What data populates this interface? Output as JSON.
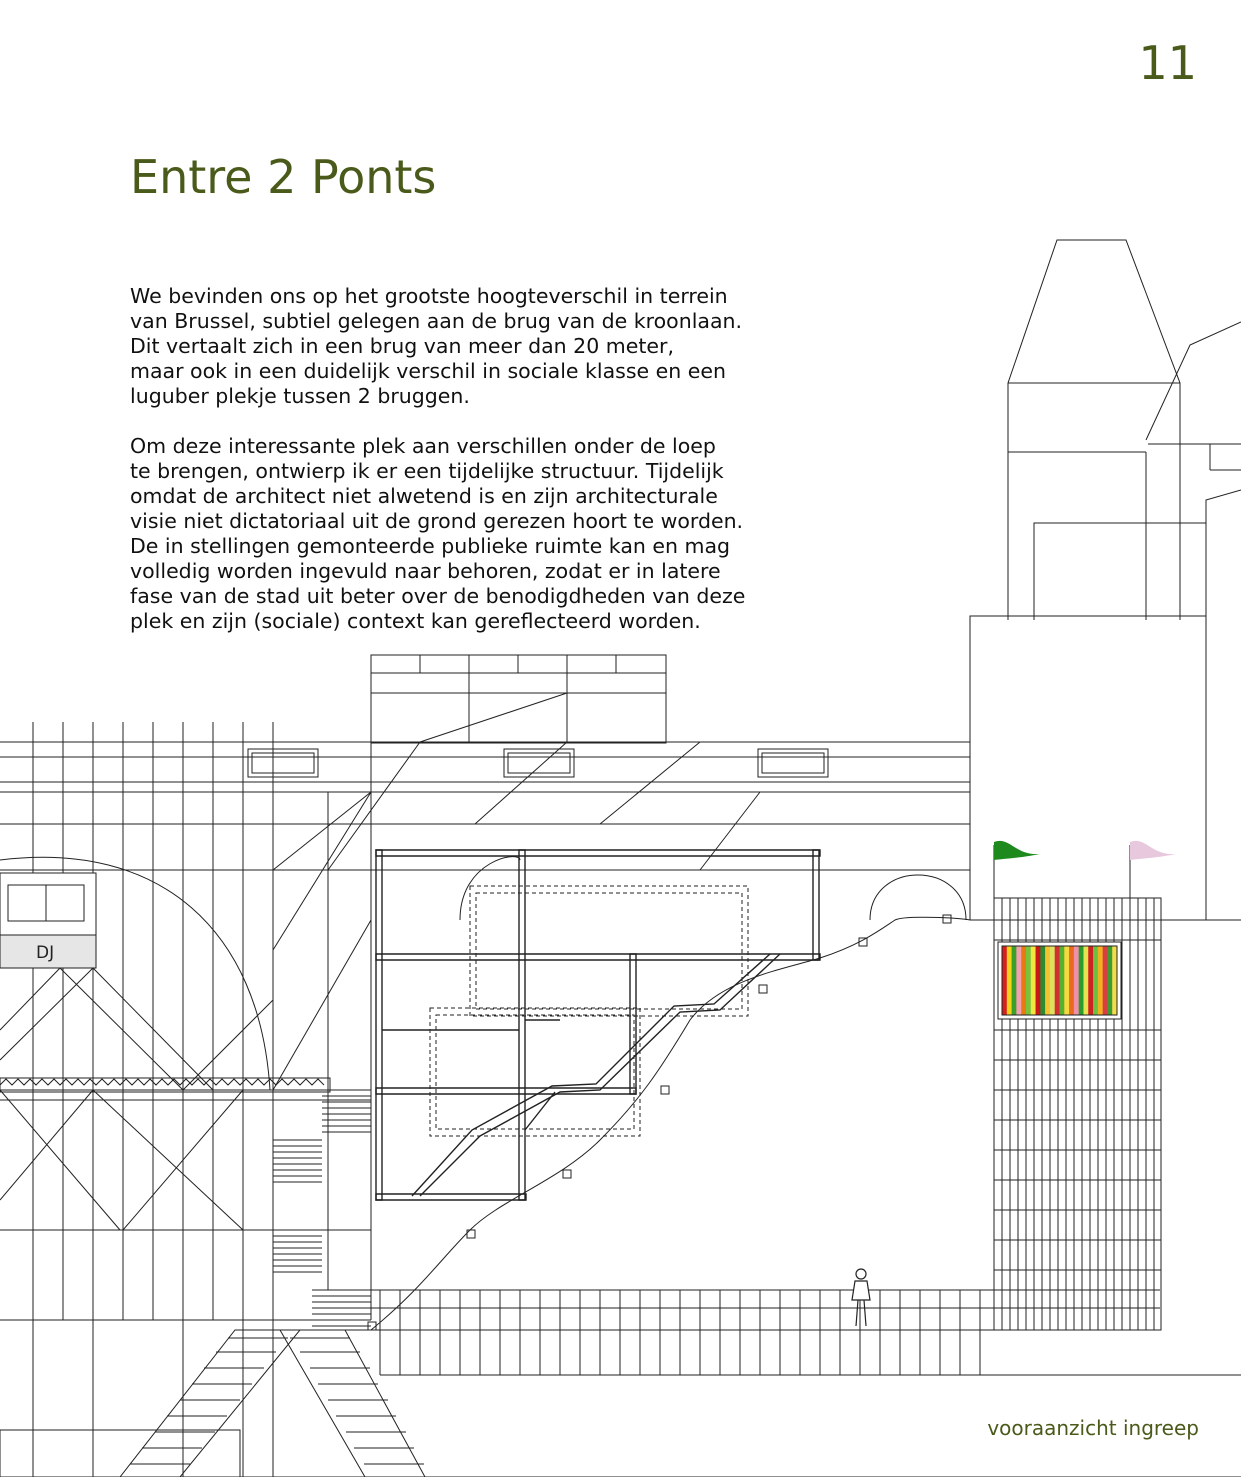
{
  "page": {
    "number": "11",
    "title": "Entre 2 Ponts",
    "paragraphs": [
      "We bevinden ons op het grootste hoogteverschil in terrein\nvan Brussel, subtiel gelegen aan de brug van de kroonlaan.\nDit vertaalt zich in een brug van meer dan 20 meter,\nmaar ook in een duidelijk verschil in sociale klasse en een\nluguber plekje tussen 2 bruggen.",
      "Om deze interessante plek aan verschillen onder de loep\nte brengen, ontwierp ik er een tijdelijke structuur. Tijdelijk\nomdat de architect niet alwetend is en zijn architecturale\nvisie niet dictatoriaal uit de grond gerezen hoort te worden.\nDe in stellingen gemonteerde publieke ruimte kan en mag\nvolledig worden ingevuld naar behoren, zodat er in latere\nfase van de stad uit beter over de benodigdheden van deze\nplek en zijn (sociale) context kan gereflecteerd worden."
    ],
    "caption": "vooraanzicht ingreep"
  },
  "drawing": {
    "dj_label": "DJ",
    "flag_colors": [
      "#1e8a1e",
      "#e8c8dc"
    ],
    "panel_stripes": [
      "#d62020",
      "#f2d21a",
      "#3aa02a",
      "#f5a0b0",
      "#e87a14",
      "#7ac23c",
      "#f2e640",
      "#c81818",
      "#2e8a2e",
      "#f4c430",
      "#e0e060",
      "#d03030",
      "#58b030",
      "#f6d840",
      "#e86a20",
      "#f090a8",
      "#2c9a2c",
      "#e4e450",
      "#cc2222",
      "#6cc040",
      "#f2b020",
      "#d84040",
      "#3c9c34",
      "#f2dc4c"
    ]
  }
}
